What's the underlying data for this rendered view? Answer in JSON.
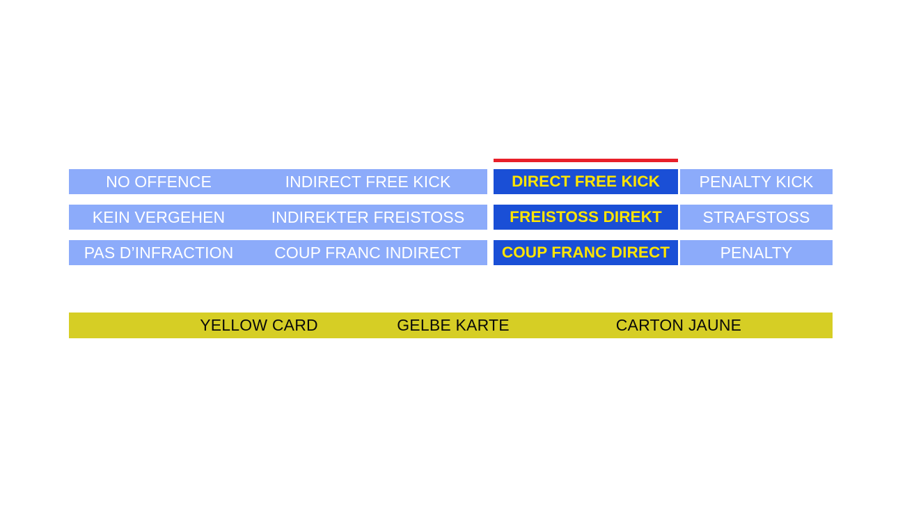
{
  "colors": {
    "background": "#ffffff",
    "cell_default": "#8cabfa",
    "cell_highlight": "#1a4fd6",
    "highlight_text": "#ffe500",
    "default_text": "#ffffff",
    "marker_red": "#e8202a",
    "card_yellow": "#d6ce25",
    "card_text": "#0a0a0a"
  },
  "marker": {
    "name": "red-indicator-bar",
    "over_column": "direct-free-kick"
  },
  "columns": [
    "no-offence",
    "indirect-free-kick",
    "direct-free-kick",
    "penalty-kick"
  ],
  "rows": [
    {
      "language": "EN",
      "cells": [
        {
          "label": "NO OFFENCE",
          "highlighted": false
        },
        {
          "label": "INDIRECT FREE KICK",
          "highlighted": false
        },
        {
          "label": "DIRECT FREE KICK",
          "highlighted": true
        },
        {
          "label": "PENALTY KICK",
          "highlighted": false
        }
      ]
    },
    {
      "language": "DE",
      "cells": [
        {
          "label": "KEIN VERGEHEN",
          "highlighted": false
        },
        {
          "label": "INDIREKTER FREISTOSS",
          "highlighted": false
        },
        {
          "label": "FREISTOSS DIREKT",
          "highlighted": true
        },
        {
          "label": "STRAFSTOSS",
          "highlighted": false
        }
      ]
    },
    {
      "language": "FR",
      "cells": [
        {
          "label": "PAS D’INFRACTION",
          "highlighted": false
        },
        {
          "label": "COUP FRANC INDIRECT",
          "highlighted": false
        },
        {
          "label": "COUP FRANC DIRECT",
          "highlighted": true
        },
        {
          "label": "PENALTY",
          "highlighted": false
        }
      ]
    }
  ],
  "card_bar": {
    "name": "yellow-card-bar",
    "labels": [
      "YELLOW CARD",
      "GELBE KARTE",
      "CARTON JAUNE"
    ]
  }
}
